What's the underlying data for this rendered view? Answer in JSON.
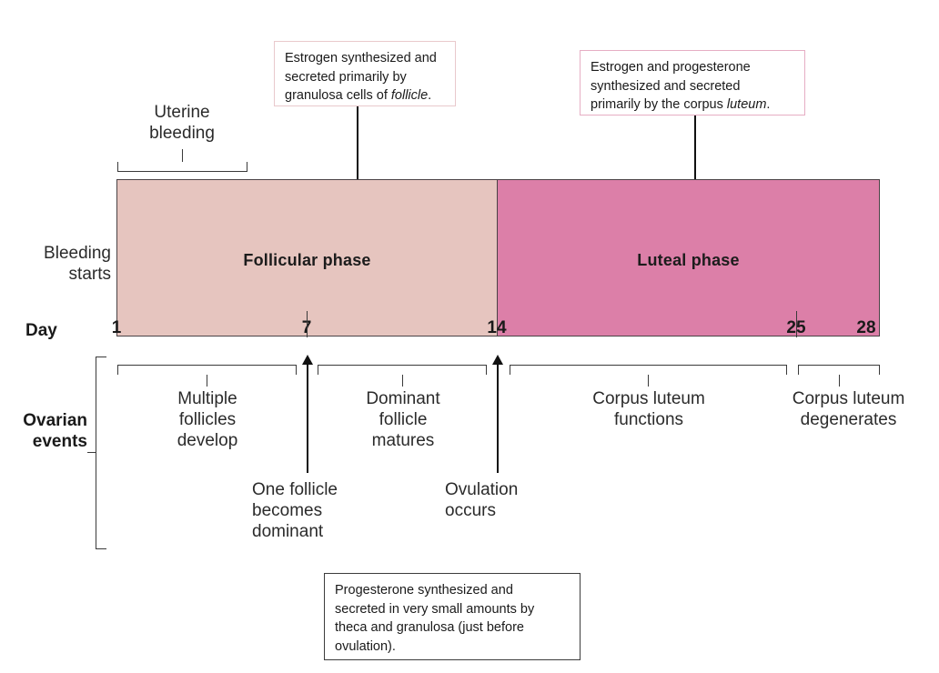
{
  "chart_data": {
    "type": "diagram",
    "title": "Menstrual cycle: ovarian phases and events",
    "xlabel": "Day",
    "x_ticks": [
      1,
      7,
      14,
      25,
      28
    ],
    "axis_range": [
      1,
      28
    ],
    "phases": [
      {
        "name": "Follicular phase",
        "start_day": 1,
        "end_day": 14,
        "color": "#e6c5bf"
      },
      {
        "name": "Luteal phase",
        "start_day": 14,
        "end_day": 28,
        "color": "#dc7fa8"
      }
    ],
    "spans": [
      {
        "label": "Uterine bleeding",
        "start_day": 1,
        "end_day": 5,
        "position": "above"
      },
      {
        "label": "Multiple follicles develop",
        "start_day": 1,
        "end_day": 7,
        "position": "below"
      },
      {
        "label": "Dominant follicle matures",
        "start_day": 7,
        "end_day": 14,
        "position": "below"
      },
      {
        "label": "Corpus luteum functions",
        "start_day": 14,
        "end_day": 25,
        "position": "below"
      },
      {
        "label": "Corpus luteum degenerates",
        "start_day": 25,
        "end_day": 28,
        "position": "below"
      }
    ],
    "event_markers": [
      {
        "label": "Bleeding starts",
        "day": 1
      },
      {
        "label": "One follicle becomes dominant",
        "day": 7
      },
      {
        "label": "Ovulation occurs",
        "day": 14
      }
    ],
    "annotations": [
      "Estrogen synthesized and secreted primarily by granulosa cells of follicle.",
      "Estrogen and progesterone synthesized and secreted primarily by the corpus luteum.",
      "Progesterone synthesized and secreted in very small amounts by theca and granulosa (just before ovulation)."
    ]
  },
  "colors": {
    "follicular_fill": "#e6c5bf",
    "luteal_fill": "#dc7fa8",
    "bar_border": "#4a4245",
    "rule": "#3a3a3a",
    "callout_follicle_border": "#e9c9cc",
    "callout_luteum_border": "#e6aec4",
    "callout_progesterone_border": "#3c3c3c"
  },
  "callouts": {
    "estrogen_follicle": {
      "line1": "Estrogen synthesized and",
      "line2": "secreted primarily by",
      "line3_pre": "granulosa cells of ",
      "line3_em": "follicle",
      "line3_post": "."
    },
    "estrogen_progesterone": {
      "line1": "Estrogen and progesterone",
      "line2": "synthesized and secreted",
      "line3_pre": "primarily by the corpus ",
      "line3_em": "luteum",
      "line3_post": "."
    },
    "progesterone_small": {
      "line1": "Progesterone synthesized and",
      "line2": "secreted in very small amounts by",
      "line3": "theca and granulosa (just before",
      "line4": "ovulation)."
    }
  },
  "phases": {
    "follicular_label": "Follicular phase",
    "luteal_label": "Luteal phase"
  },
  "axis": {
    "day_label": "Day",
    "ticks": {
      "d1": "1",
      "d7": "7",
      "d14": "14",
      "d25": "25",
      "d28": "28"
    }
  },
  "top_annotations": {
    "uterine_bleeding": "Uterine\nbleeding",
    "bleeding_starts": "Bleeding\nstarts"
  },
  "ovarian": {
    "section_label": "Ovarian\nevents",
    "multiple_follicles": "Multiple\nfollicles\ndevelop",
    "dominant_follicle": "Dominant\nfollicle\nmatures",
    "corpus_functions": "Corpus luteum\nfunctions",
    "corpus_degenerates": "Corpus luteum\ndegenerates",
    "one_follicle": "One follicle\nbecomes\ndominant",
    "ovulation": "Ovulation\noccurs"
  }
}
